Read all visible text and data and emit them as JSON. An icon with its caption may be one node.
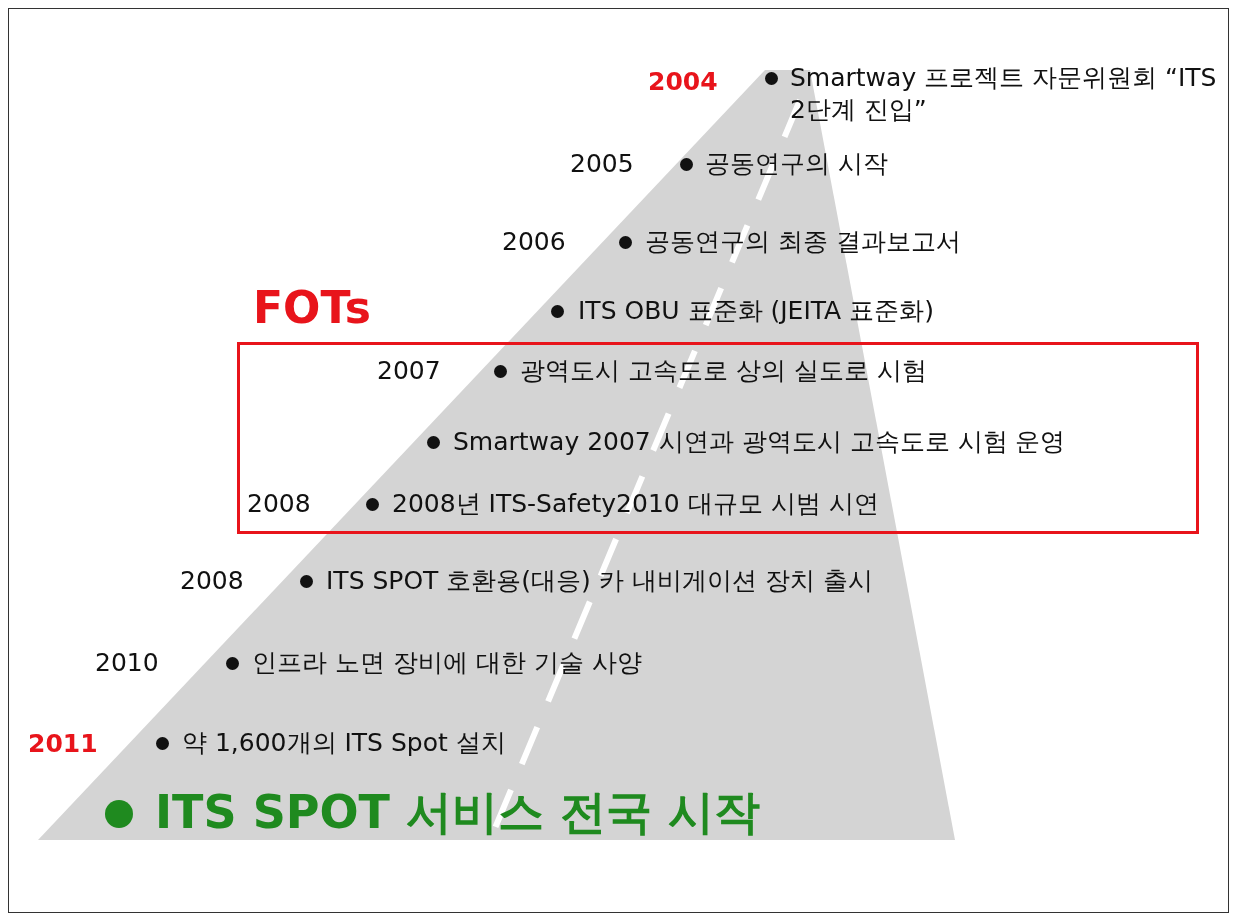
{
  "diagram": {
    "nodes": [
      {
        "text": [
          "FOTs",
          "2007",
          "광역도시 고속도로 상의 실도로 시험",
          "Smartway 2007 시연과 광역도시 고속도로 시험 운영",
          "2008",
          "2008년 ITS-Safety2010 대규모 시범 시연"
        ]
      }
    ],
    "edges": [],
    "labels": [
      "2004",
      "Smartway 프로젝트 자문위원회 “ITS 2단계 진입”",
      "2005",
      "공동연구의 시작",
      "2006",
      "공동연구의 최종 결과보고서",
      "ITS OBU 표준화 (JEITA 표준화)",
      "2008",
      "ITS SPOT 호환용(대응) 카 내비게이션 장치 출시",
      "2010",
      "인프라 노면 장비에 대한 기술 사양",
      "2011",
      "약 1,600개의 ITS Spot 설치",
      "ITS SPOT 서비스 전국 시작"
    ]
  }
}
